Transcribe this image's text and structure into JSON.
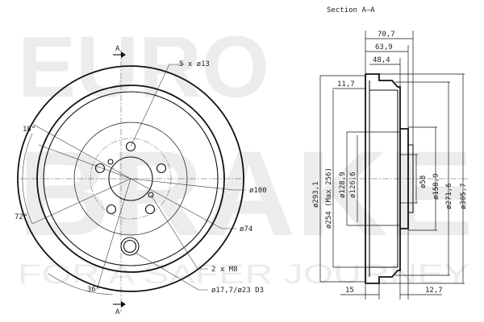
{
  "watermark": {
    "line1": "EURO",
    "line2": "BRAKE",
    "tagline": "FOR A SAFER JOURNEY"
  },
  "front_view": {
    "section_marker": "A",
    "labels": {
      "bolt_holes": "5 x ø13",
      "angle_18": "18°",
      "angle_72": "72°",
      "angle_36": "36°",
      "d100": "ø100",
      "d74": "ø74",
      "threads": "2 x M8",
      "hole_d3": "ø17,7/ø23 D3"
    }
  },
  "section_view": {
    "title": "Section A–A",
    "dims": {
      "w70_7": "70,7",
      "w63_9": "63,9",
      "w48_4": "48,4",
      "w11_7": "11,7",
      "d293_1": "ø293,1",
      "d254": "ø254 (Max 256)",
      "d128_9": "ø128,9",
      "d126_6": "ø126,6",
      "d58": "ø58",
      "d158_9": "ø158,9",
      "d271_6": "ø271,6",
      "d305_7": "ø305,7",
      "w15": "15",
      "w12_7": "12,7"
    }
  },
  "colors": {
    "line": "#111111",
    "watermark": "#ececec"
  }
}
